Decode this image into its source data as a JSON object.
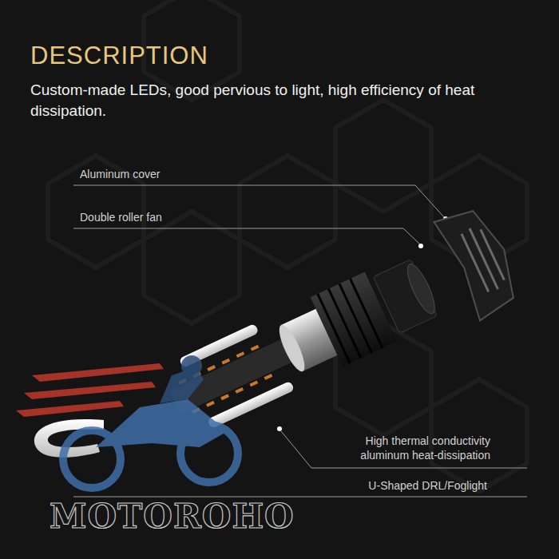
{
  "diagram": {
    "title": "DESCRIPTION",
    "labels": [
      "Custom-made LEDs, good pervious to light, high efficiency of heat dissipation.",
      "Aluminum cover",
      "Double roller fan",
      "High thermal conductivity aluminum heat-dissipation",
      "U-Shaped DRL/Foglight",
      "MOTOROHO"
    ]
  }
}
